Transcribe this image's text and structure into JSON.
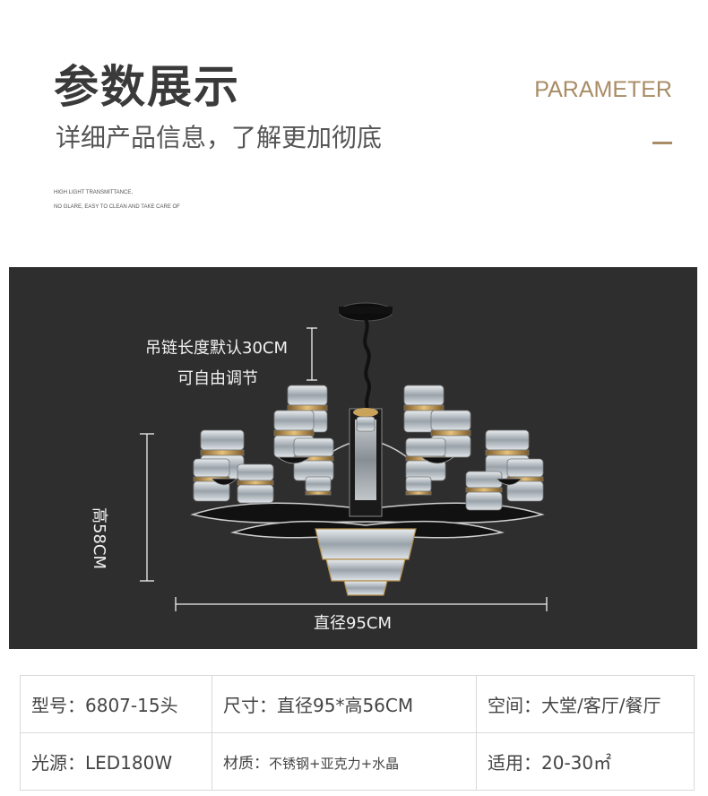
{
  "header": {
    "title_cn": "参数展示",
    "subtitle_cn": "详细产品信息，了解更加彻底",
    "title_en": "PARAMETER",
    "tagline_line1": "HIGH LIGHT TRANSMITTANCE,",
    "tagline_line2": "NO GLARE, EASY TO CLEAN AND TAKE CARE OF",
    "accent_color": "#a88c66"
  },
  "product_image": {
    "chain_label_line1": "吊链长度默认30CM",
    "chain_label_line2": "可自由调节",
    "height_label": "高58CM",
    "diameter_label": "直径95CM",
    "background_color": "#2e2e2e"
  },
  "specs": [
    [
      {
        "label": "型号：",
        "value": "6807-15头"
      },
      {
        "label": "尺寸：",
        "value": "直径95*高56CM"
      },
      {
        "label": "空间：",
        "value": "大堂/客厅/餐厅"
      }
    ],
    [
      {
        "label": "光源：",
        "value": "LED180W"
      },
      {
        "label": "材质：",
        "value": "不锈钢+亚克力+水晶"
      },
      {
        "label": "适用：",
        "value": "20-30㎡"
      }
    ]
  ]
}
